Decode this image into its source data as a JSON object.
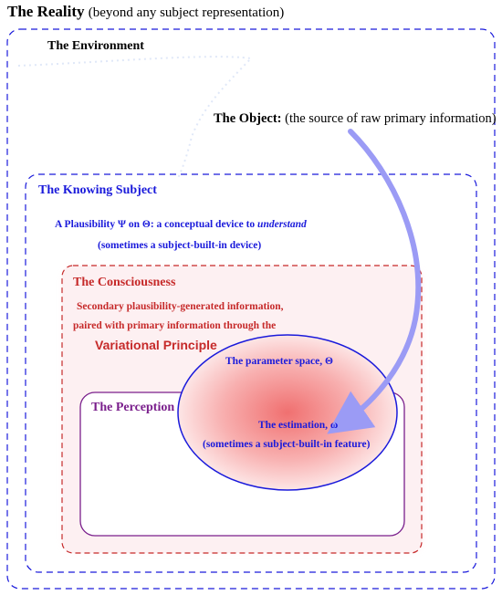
{
  "reality": {
    "title": "The Reality",
    "subtitle": "(beyond any subject representation)"
  },
  "environment": {
    "title": "The Environment"
  },
  "object": {
    "title": "The Object:",
    "subtitle": "(the source of raw primary information)"
  },
  "knowing_subject": {
    "title": "The Knowing Subject",
    "line1_prefix": "A Plausibility Ψ on Θ: a conceptual device to ",
    "line1_emph": "understand",
    "line2": "(sometimes a subject-built-in device)"
  },
  "consciousness": {
    "title": "The Consciousness",
    "line1": "Secondary plausibility-generated information,",
    "line2": "paired with primary information through the",
    "line3": "Variational Principle"
  },
  "perception": {
    "title": "The Perception"
  },
  "parameter_space": {
    "title": "The parameter space, Θ",
    "estimation": "The estimation, ω",
    "note": "(sometimes a subject-built-in feature)"
  },
  "colors": {
    "reality_border": "#1a1adb",
    "knowing_subject": "#1a1adb",
    "consciousness": "#c62a2a",
    "consciousness_fill": "#fdeef0",
    "perception": "#7a1f8c",
    "ellipse_stroke": "#1a1adb",
    "ellipse_fill_center": "#f08080",
    "ellipse_fill_edge": "#fde2e2",
    "arrow": "#9b9bf5"
  },
  "icons": {
    "arrow": "curved-arrow-icon"
  }
}
